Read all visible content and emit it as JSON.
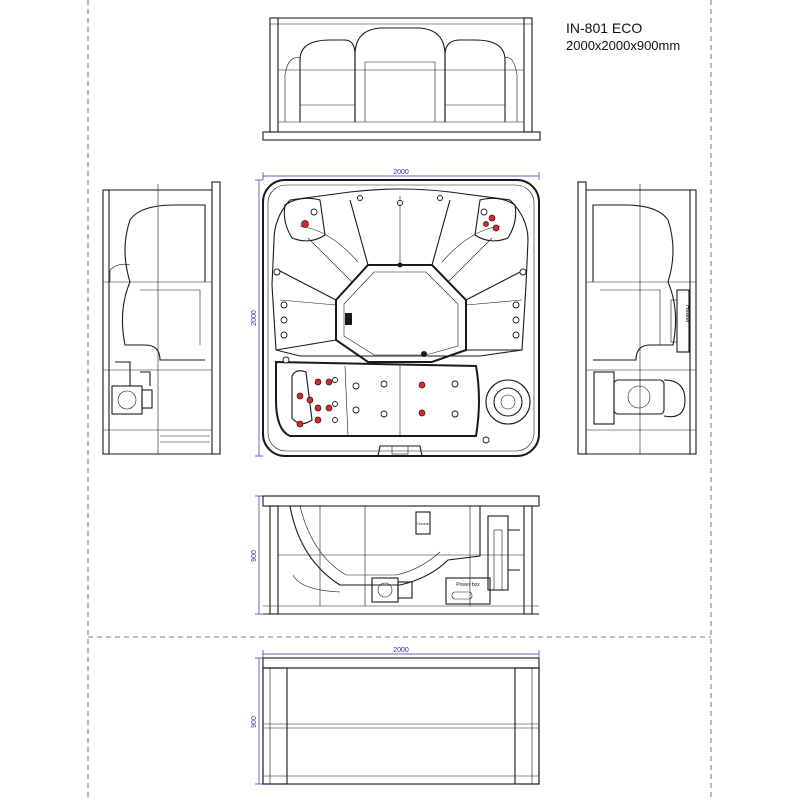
{
  "title_block": {
    "model": "IN-801 ECO",
    "size": "2000x2000x900mm"
  },
  "dimensions": {
    "top_width": "2000",
    "top_depth": "2000",
    "section_height": "900",
    "front_width": "2000",
    "front_height": "900"
  },
  "component_labels": {
    "ozone": "Ozone",
    "power_box": "Power box",
    "heater": "Heater"
  },
  "colors": {
    "line": "#1a1a1a",
    "dimension": "#2b2bb0",
    "jet_red": "#e0242a",
    "frame_dash": "#555555"
  }
}
